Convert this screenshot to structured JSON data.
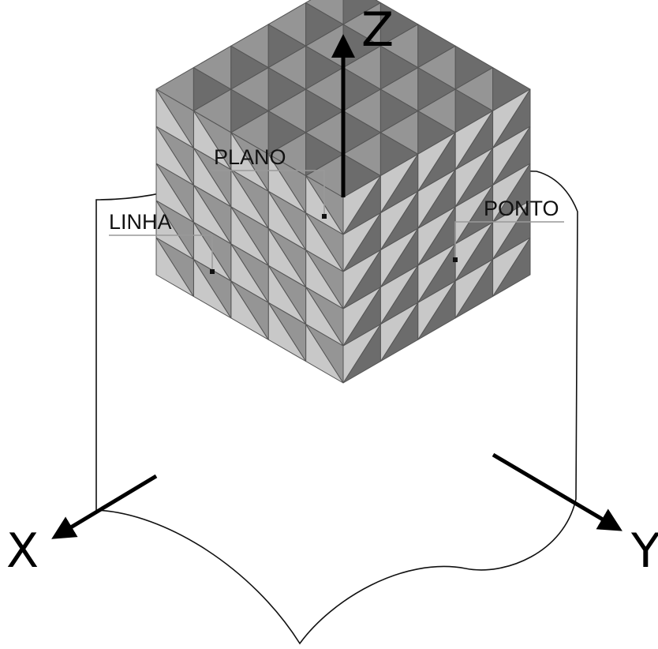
{
  "axes": {
    "z_label": "Z",
    "x_label": "X",
    "y_label": "Y"
  },
  "callouts": {
    "plano": "PLANO",
    "linha": "LINHA",
    "ponto": "PONTO"
  },
  "colors": {
    "light": "#c8c8c8",
    "medium": "#959595",
    "dark": "#6c6c6c",
    "edge": "#555555",
    "line": "#000000"
  }
}
